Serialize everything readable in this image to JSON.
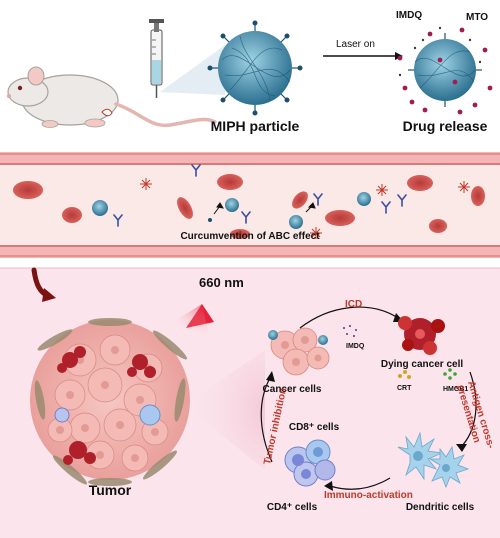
{
  "labels": {
    "miph_particle": "MIPH particle",
    "laser_on": "Laser on",
    "drug_release": "Drug release",
    "imdq_top": "IMDQ",
    "mto": "MTO",
    "abc_effect": "Curcumvention of ABC effect",
    "nm": "660 nm",
    "tumor": "Tumor",
    "icd": "ICD",
    "imdq_small": "IMDQ",
    "cancer_cells": "Cancer cells",
    "dying_cancer_cell": "Dying cancer cell",
    "crt": "CRT",
    "hmgb1": "HMGB1",
    "antigen_line1": "Antigen cross-",
    "antigen_line2": "presentation",
    "tumor_inhibition": "Tumor inhibition",
    "cd8_cells": "CD8⁺ cells",
    "cd4_cells": "CD4⁺ cells",
    "immuno_activation": "Immuno-activation",
    "dendritic_cells": "Dendritic cells"
  },
  "colors": {
    "vessel_wall": "#f4b6b4",
    "vessel_lumen": "#fbe9e7",
    "tumor_panel": "#fbe4ec",
    "accent_red": "#c0392b",
    "nanoparticle": "#2b7a9e"
  }
}
